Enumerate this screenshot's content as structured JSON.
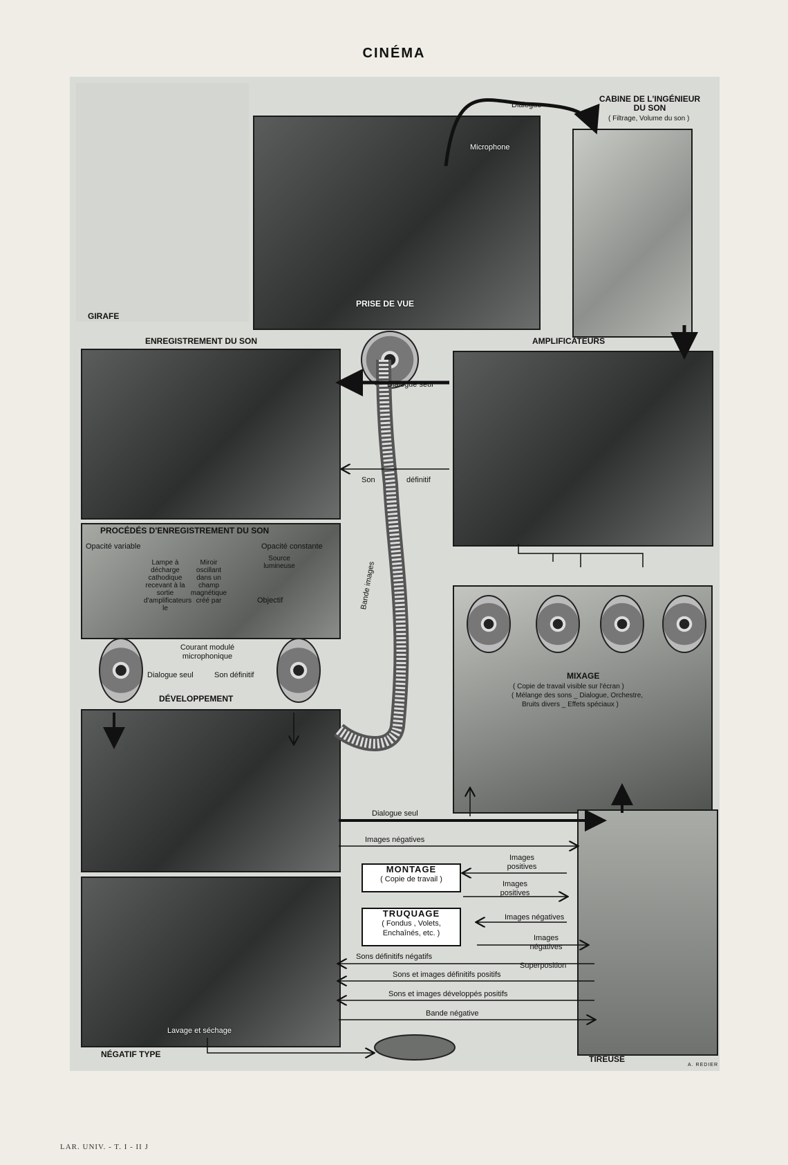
{
  "title": "CINÉMA",
  "labels": {
    "girafe": "GIRAFE",
    "prise_de_vue": "PRISE DE VUE",
    "microphone": "Microphone",
    "dialogue": "Dialogue",
    "cabine_title": "CABINE DE L'INGÉNIEUR DU SON",
    "cabine_sub": "( Filtrage, Volume du son )",
    "enregistrement": "ENREGISTREMENT DU SON",
    "amplificateurs": "AMPLIFICATEURS",
    "dialogue_seul": "Dialogue seul",
    "son": "Son",
    "definitif": "définitif",
    "procedes": "PROCÉDÉS D'ENREGISTREMENT DU SON",
    "opacite_variable": "Opacité variable",
    "opacite_constante": "Opacité constante",
    "lampe": "Lampe à décharge cathodique recevant à la sortie d'amplificateurs le",
    "miroir": "Miroir oscillant dans un champ magnétique créé par",
    "source": "Source lumineuse",
    "objectif": "Objectif",
    "courant": "Courant modulé microphonique",
    "dialogue_seul_2": "Dialogue seul",
    "son_definitif": "Son définitif",
    "bande_images": "Bande images",
    "developpement": "DÉVELOPPEMENT",
    "mixage_title": "MIXAGE",
    "mixage_1": "( Copie de travail visible sur l'écran )",
    "mixage_2": "( Mélange des sons _ Dialogue, Orchestre,",
    "mixage_3": "Bruits divers _ Effets spéciaux )",
    "negatif_type": "NÉGATIF TYPE",
    "lavage": "Lavage et séchage",
    "tireuse": "TIREUSE"
  },
  "boxes": {
    "montage_title": "MONTAGE",
    "montage_sub": "( Copie de travail )",
    "truquage_title": "TRUQUAGE",
    "truquage_sub": "( Fondus , Volets, Enchaînés, etc. )"
  },
  "flows": {
    "dialogue_seul": "Dialogue seul",
    "images_negatives": "Images négatives",
    "images_positives_1": "Images positives",
    "images_positives_2": "Images positives",
    "images_negatives_2": "Images négatives",
    "images_negatives_3": "Images négatives",
    "sons_definitifs_negatifs": "Sons définitifs négatifs",
    "superposition": "Superposition",
    "sons_images_def_pos": "Sons et images définitifs positifs",
    "sons_images_dev_pos": "Sons et images développés positifs",
    "bande_negative": "Bande négative"
  },
  "signature": "A. REDIER",
  "footer": "LAR. UNIV. - T. I - II J"
}
